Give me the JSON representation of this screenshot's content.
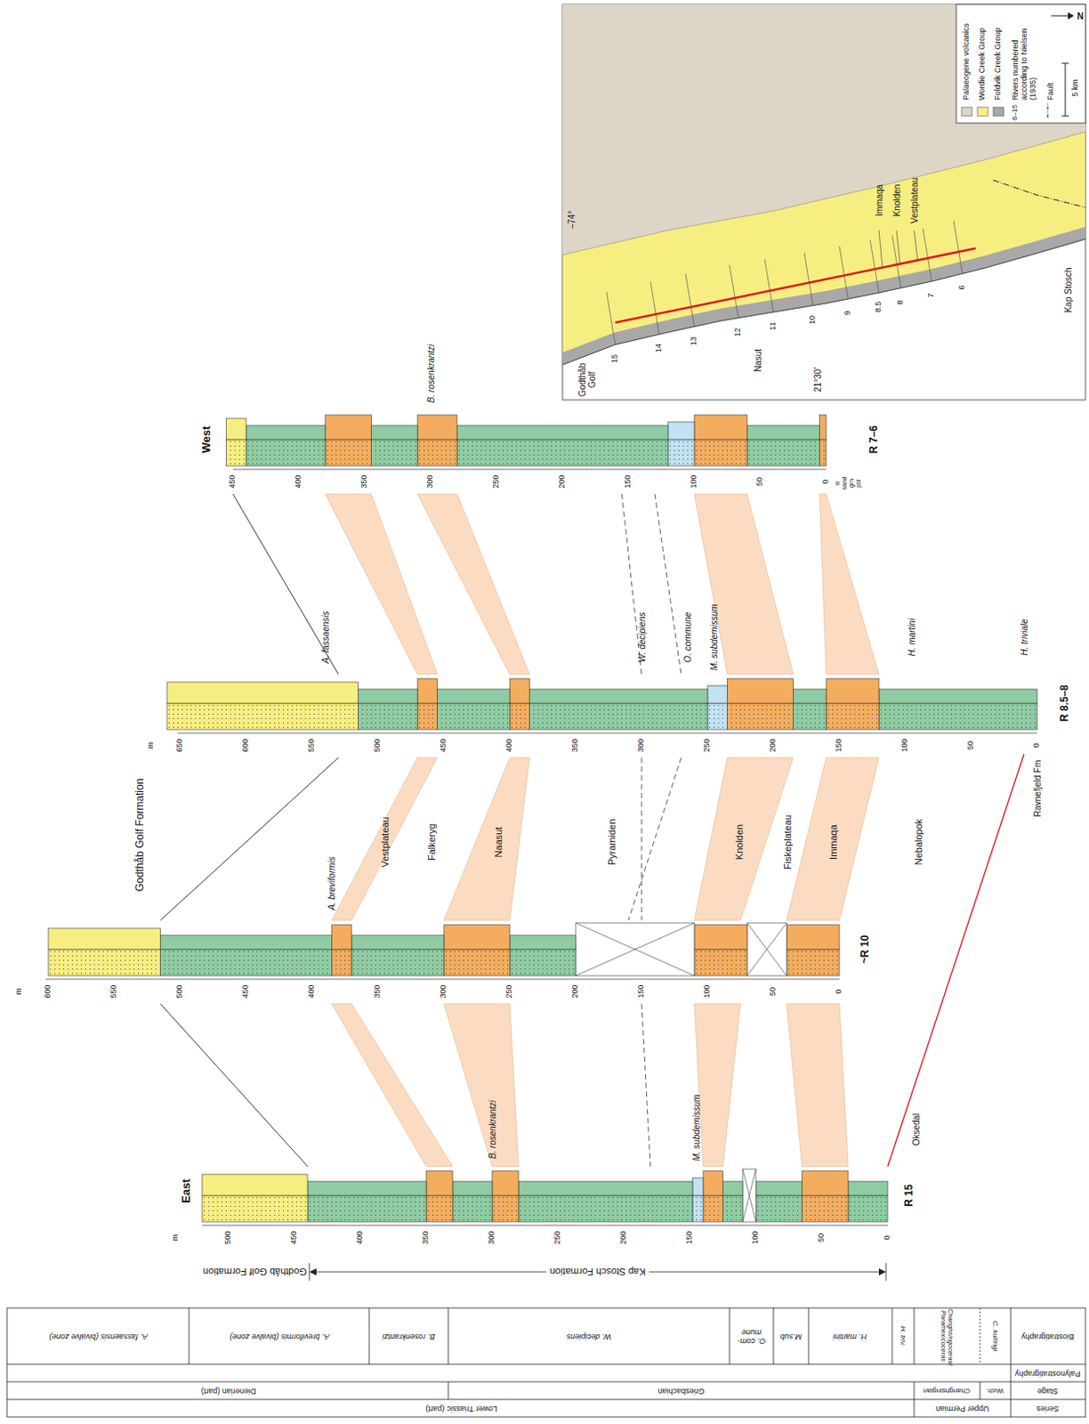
{
  "diagram": {
    "labels": [
      "Series",
      "Stage",
      "Palynostratigraphy",
      "Biostratigraphy",
      "Upper Permian",
      "Lower Triassic (part)",
      "Wuch.",
      "Changhsingian",
      "Griesbachian",
      "Dienerian (part)",
      "C. kullingi",
      "Changhsingoceras/ Paramexicoceras",
      "H. triv.",
      "H. martini",
      "M.sub",
      "O. com- mune",
      "W. decipiens",
      "B. rosenkrantzi",
      "A. breviformis (bivalve zone)",
      "A. fassaensis (bivalve zone)",
      "East",
      "m",
      "500",
      "450",
      "400",
      "350",
      "300",
      "250",
      "200",
      "150",
      "100",
      "50",
      "0",
      "R 15",
      "Godthåb Golf Formation",
      "Kap Stosch Formation",
      "B. rosenkrantzi",
      "M. subdemissum",
      "Oksedal",
      "m",
      "600",
      "550",
      "500",
      "450",
      "400",
      "350",
      "300",
      "250",
      "200",
      "150",
      "100",
      "50",
      "0",
      "~R 10",
      "A. breviformis",
      "m",
      "650",
      "600",
      "550",
      "500",
      "450",
      "400",
      "350",
      "300",
      "250",
      "200",
      "150",
      "100",
      "50",
      "0",
      "R 8.5–8",
      "Ravnefjeld Fm",
      "A. fassaensis",
      "W. decipiens",
      "O. commune",
      "M. subdemissum",
      "H. martini",
      "H. triviale",
      "West",
      "450",
      "400",
      "350",
      "300",
      "250",
      "200",
      "150",
      "100",
      "50",
      "0",
      "R 7–6",
      "B. rosenkrantzi",
      "si",
      "sand",
      "grn",
      "pbl",
      "Godthåb Golf Formation",
      "Vestplateau",
      "Falkeryg",
      "Naasut",
      "Pyramiden",
      "Knolden",
      "Fiskeplateau",
      "Immaqa",
      "Nebalopok",
      "Immaqa",
      "Knolden",
      "Vestplateau",
      "Kap Stosch",
      "Nasut",
      "Godthåb Golf",
      "15",
      "14",
      "13",
      "12",
      "11",
      "10",
      "9",
      "8.5",
      "8",
      "7",
      "6",
      "–74°",
      "21°30'",
      "6–15",
      "5 km",
      "N"
    ],
    "legend": [
      {
        "text": "Palaeogene volcanics",
        "color": "#ddd5c6"
      },
      {
        "text": "Wordie Creek Group",
        "color": "#f7ee82"
      },
      {
        "text": "Foldvik Creek Group",
        "color": "#a8a8a8"
      },
      {
        "text": "Rivers numbered according to Nielsen (1935)"
      },
      {
        "text": "Fault"
      }
    ]
  }
}
